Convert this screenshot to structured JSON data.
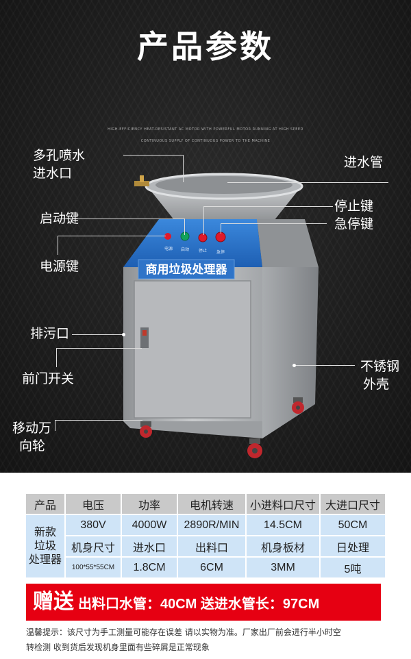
{
  "header": {
    "title": "产品参数",
    "subtitle_1": "HIGH-EFFICIENCY HEAT-RESISTANT AC MOTOR WITH POWERFUL MOTOR RUNNING AT HIGH SPEED",
    "subtitle_2": "CONTINUOUS SUPPLY OF CONTINUOUS POWER TO THE MACHINE"
  },
  "machine": {
    "label": "商用垃圾处理器",
    "buttons": [
      "电源",
      "启动",
      "停止",
      "急停"
    ],
    "colors": {
      "body": "#b9bbbd",
      "panel": "#2a72c9",
      "red": "#e0192a",
      "green": "#12a25c"
    }
  },
  "callouts": {
    "spray_1": "多孔喷水",
    "spray_2": "进水口",
    "start": "启动键",
    "power": "电源键",
    "drain": "排污口",
    "door_switch": "前门开关",
    "wheel_1": "移动万",
    "wheel_2": "向轮",
    "inlet_pipe": "进水管",
    "stop": "停止键",
    "emergency": "急停键",
    "shell_1": "不锈钢",
    "shell_2": "外壳"
  },
  "spec_table": {
    "headers": [
      "产品",
      "电压",
      "功率",
      "电机转速",
      "小进料口尺寸",
      "大进口尺寸"
    ],
    "product": [
      "新款",
      "垃圾",
      "处理器"
    ],
    "row1": [
      "380V",
      "4000W",
      "2890R/MIN",
      "14.5CM",
      "50CM"
    ],
    "row2": [
      "机身尺寸",
      "进水口",
      "出料口",
      "机身板材",
      "日处理"
    ],
    "row3": [
      "100*55*55CM",
      "1.8CM",
      "6CM",
      "3MM",
      "5吨"
    ]
  },
  "promo": {
    "gift": "赠送",
    "text": "出料口水管：40CM 送进水管长：97CM"
  },
  "note": {
    "line1": "温馨提示：该尺寸为手工测量可能存在误差 请以实物为准。厂家出厂前会进行半小时空",
    "line2": "转检测 收到货后发现机身里面有些碎屑是正常现象"
  }
}
